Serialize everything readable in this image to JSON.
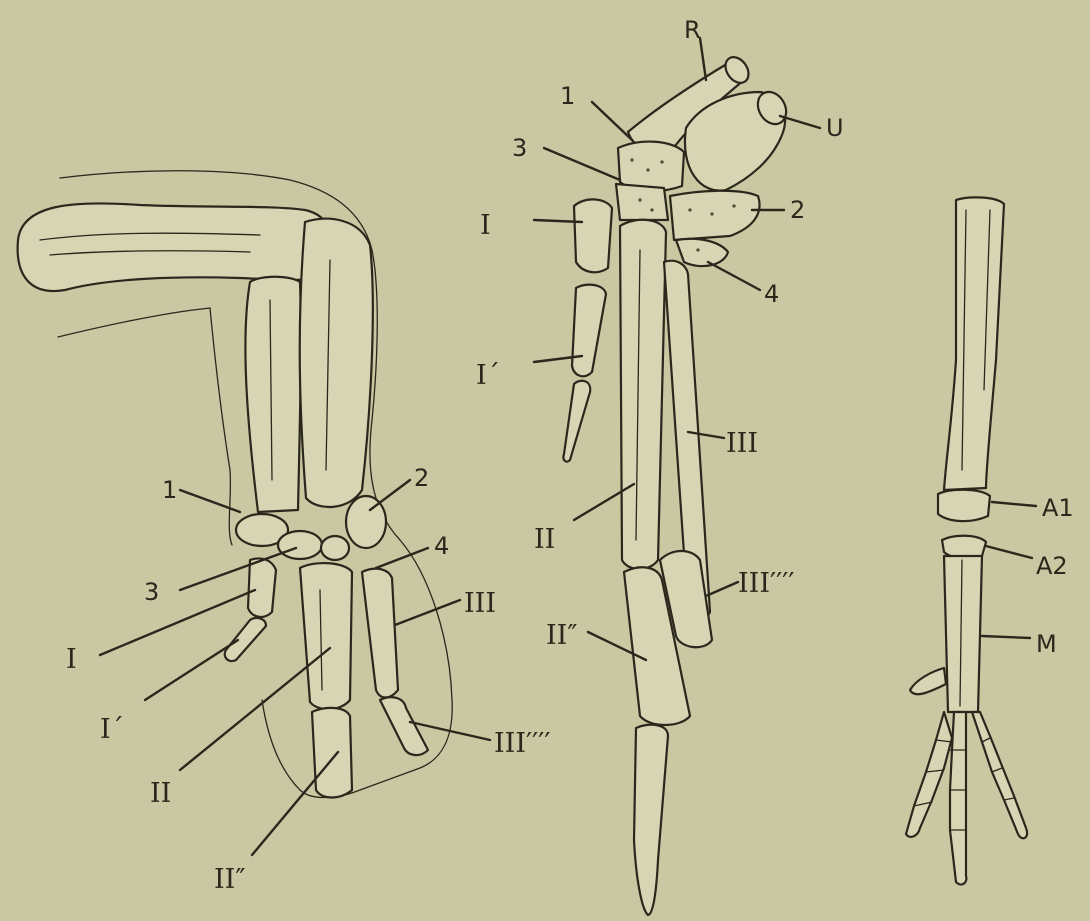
{
  "labels": {
    "left": {
      "c1": "1",
      "c2": "2",
      "c3": "3",
      "c4": "4",
      "d1": "I",
      "d1p": "I´",
      "d2": "II",
      "d2p": "II″",
      "d3": "III",
      "d3p": "III′′′′"
    },
    "middle": {
      "r": "R",
      "u": "U",
      "c1": "1",
      "c2": "2",
      "c3": "3",
      "c4": "4",
      "d1": "I",
      "d1p": "I´",
      "d2": "II",
      "d2p": "II″",
      "d3": "III",
      "d3p": "III′′′′"
    },
    "right": {
      "a1": "A1",
      "a2": "A2",
      "m": "M"
    }
  }
}
